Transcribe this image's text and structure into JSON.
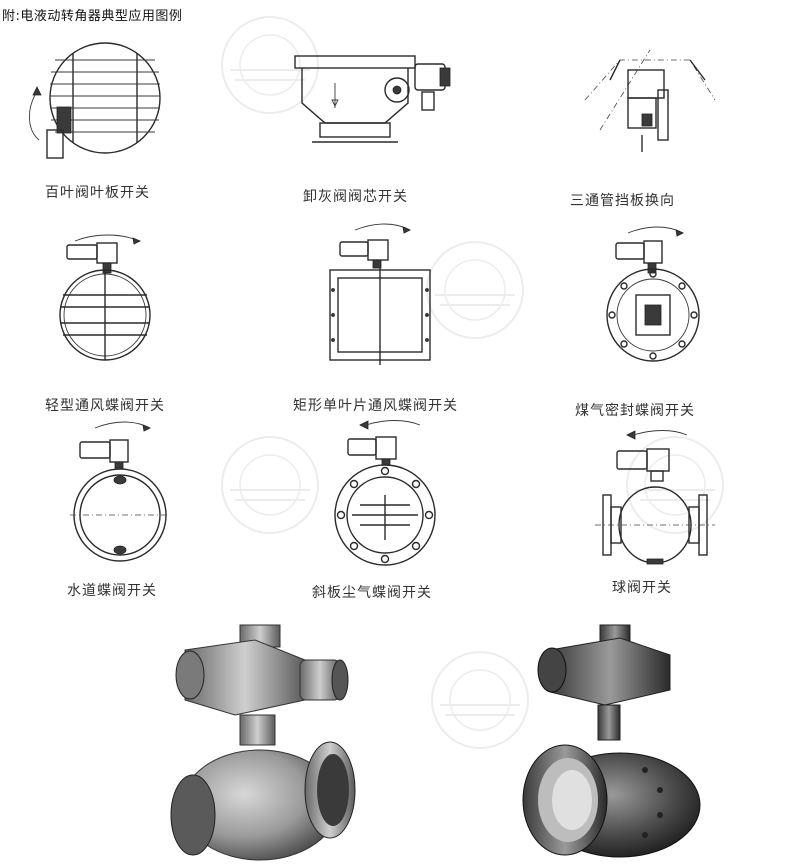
{
  "title": "附:电液动转角器典型应用图例",
  "figures": [
    {
      "caption": "百叶阀叶板开关"
    },
    {
      "caption": "卸灰阀阀芯开关"
    },
    {
      "caption": "三通管挡板换向"
    },
    {
      "caption": "轻型通风蝶阀开关"
    },
    {
      "caption": "矩形单叶片通风蝶阀开关"
    },
    {
      "caption": "煤气密封蝶阀开关"
    },
    {
      "caption": "水道蝶阀开关"
    },
    {
      "caption": "斜板尘气蝶阀开关"
    },
    {
      "caption": "球阀开关"
    }
  ],
  "colors": {
    "line": "#2a2a2a",
    "background": "#ffffff",
    "watermark": "#9a9a9a"
  },
  "icons": [
    "rotation-arrow-icon",
    "watermark-seal-icon"
  ]
}
